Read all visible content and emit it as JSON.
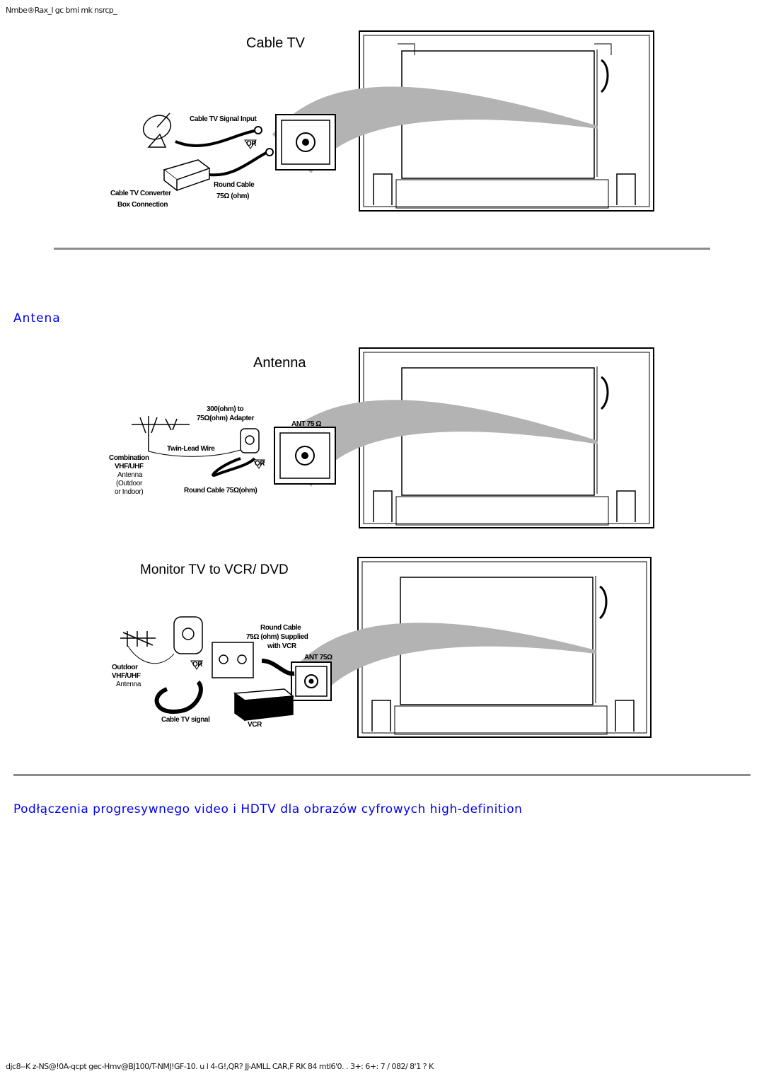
{
  "header_text": "Nmbe®Rax_l gc bmi mk nsrcp_",
  "footer_text": "djc8--K z-NS@!0A-qcpt gec-Hmv@BJ100/T-NMJ!GF-10. u l 4-G!,QR? JJ-AMLL CAR,F RK 84 mtl6'0. . 3+: 6+: 7 / 082/ 8'1 ? K",
  "sections": {
    "antenna_link": "Antena",
    "progressive_link": "Podłączenia progresywnego video i HDTV dla obrazów cyfrowych high-definition"
  },
  "figures": {
    "cable_tv": {
      "title": "Cable TV",
      "labels": {
        "signal_input": "Cable TV Signal Input",
        "converter": "Cable TV Converter",
        "box_connection": "Box Connection",
        "round_cable": "Round Cable",
        "ohm": "75Ω (ohm)",
        "or": "OR"
      }
    },
    "antenna": {
      "title": "Antenna",
      "labels": {
        "adapter_1": "300(ohm) to",
        "adapter_2": "75Ω(ohm) Adapter",
        "ant": "ANT 75 Ω",
        "twin_lead": "Twin-Lead Wire",
        "combo_1": "Combination",
        "combo_2": "VHF/UHF",
        "combo_3": "Antenna",
        "combo_4": "(Outdoor",
        "combo_5": "or Indoor)",
        "round_cable": "Round Cable 75Ω(ohm)",
        "or": "OR"
      }
    },
    "vcr": {
      "title": "Monitor TV to VCR/ DVD",
      "labels": {
        "round_cable_1": "Round Cable",
        "round_cable_2": "75Ω (ohm) Supplied",
        "round_cable_3": "with VCR",
        "ant": "ANT 75Ω",
        "outdoor_1": "Outdoor",
        "outdoor_2": "VHF/UHF",
        "outdoor_3": "Antenna",
        "cable_signal": "Cable TV signal",
        "vcr": "VCR",
        "or": "OR"
      }
    }
  }
}
